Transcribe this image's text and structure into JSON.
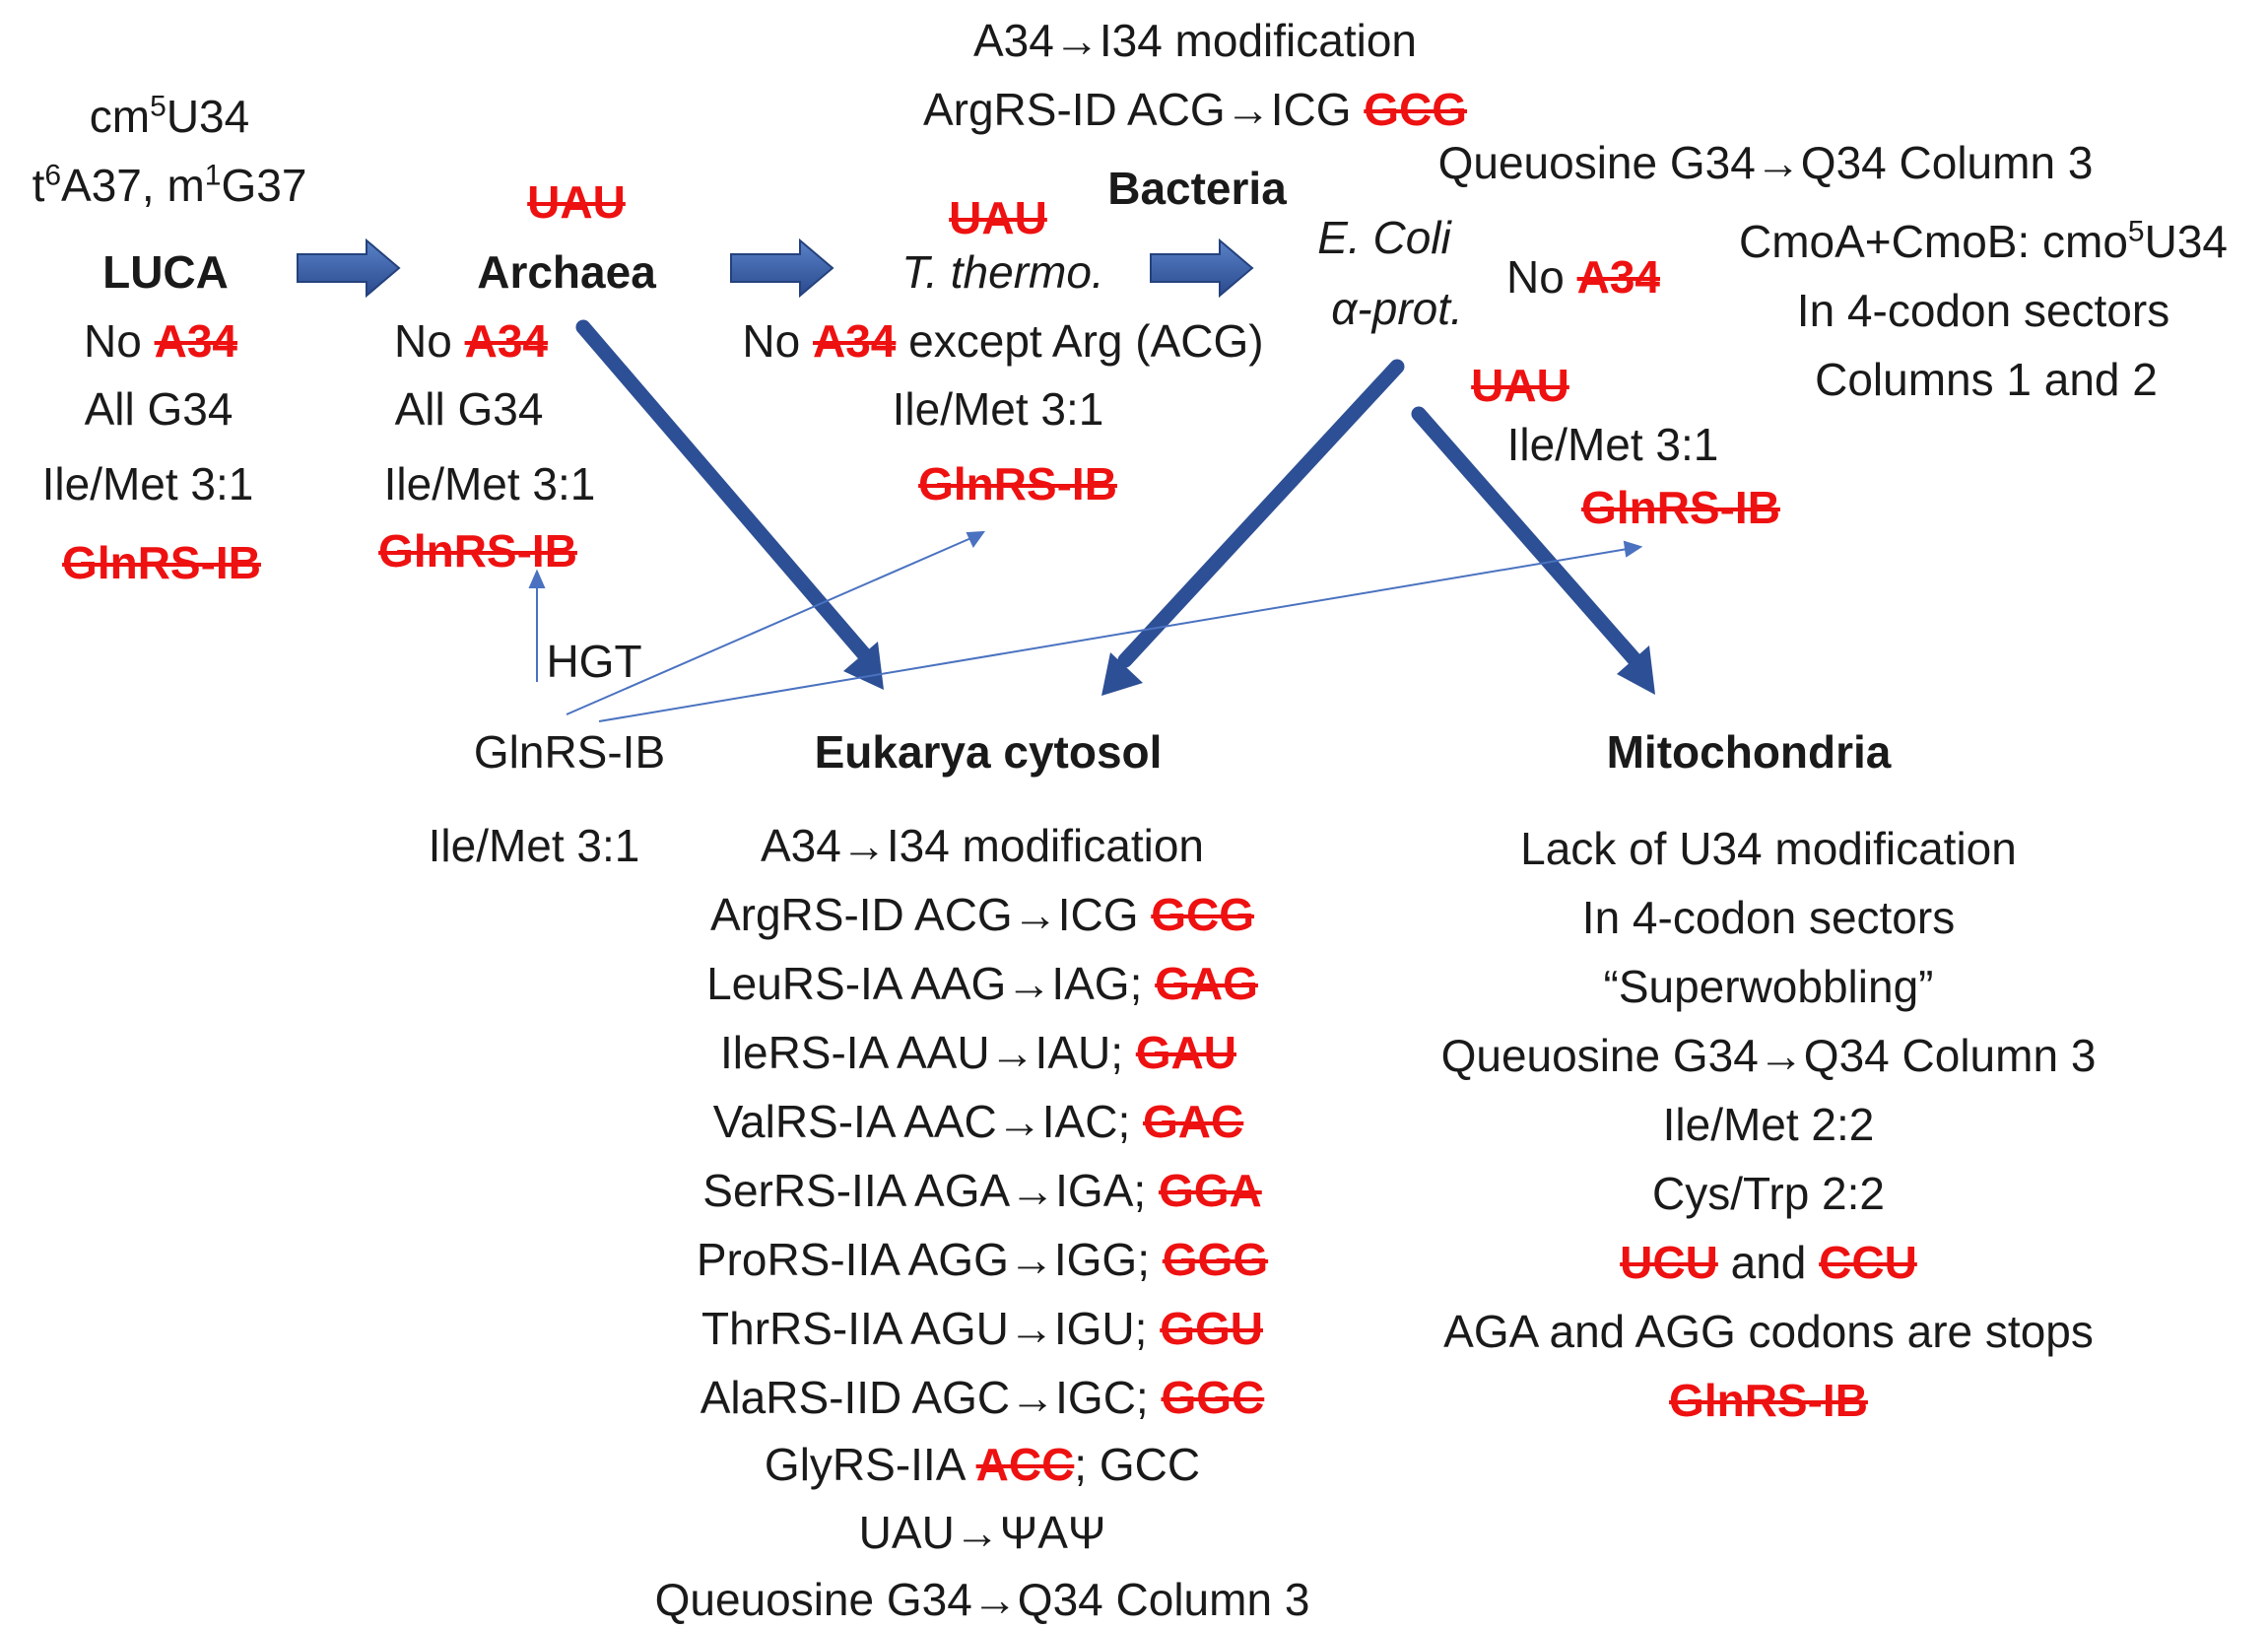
{
  "arrow_color": "#3a5fa8",
  "strike_color": "#ee1111",
  "luca": {
    "pre1_a": "cm",
    "pre1_sup": "5",
    "pre1_b": "U34",
    "pre2_a": "t",
    "pre2_sup": "6",
    "pre2_b": "A37, m",
    "pre2_sup2": "1",
    "pre2_c": "G37",
    "title": "LUCA",
    "no_prefix": "No ",
    "no_struck": "A34",
    "line2": "All G34",
    "line3": "Ile/Met 3:1",
    "struck4": "GlnRS-IB"
  },
  "archaea": {
    "struck_top": "UAU",
    "title": "Archaea",
    "no_prefix": "No ",
    "no_struck": "A34",
    "line2": "All G34",
    "line3": "Ile/Met 3:1",
    "struck4": "GlnRS-IB",
    "hgt": "HGT",
    "glnrs": "GlnRS-IB",
    "ilemet": "Ile/Met 3:1"
  },
  "thermo": {
    "top1": "A34→I34 modification",
    "top2": "ArgRS-ID ACG→ICG ",
    "top2_struck": "GCG",
    "struck_top": "UAU",
    "title": "T. thermo.",
    "no_prefix": "No ",
    "no_struck": "A34",
    "no_suffix": " except Arg (ACG)",
    "line3": "Ile/Met 3:1",
    "struck4": "GlnRS-IB"
  },
  "bacteria": {
    "title": "Bacteria"
  },
  "ecoli": {
    "line1": "E. Coli",
    "line2": "α-prot.",
    "queuosine": "Queuosine G34→Q34 Column 3",
    "no_prefix": "No ",
    "no_struck": "A34",
    "cmo_a": "CmoA+CmoB: cmo",
    "cmo_sup": "5",
    "cmo_b": "U34",
    "sectors": "In 4-codon sectors",
    "columns": "Columns 1 and 2",
    "struck_uau": "UAU",
    "ilemet": "Ile/Met 3:1",
    "struck_glnrs": "GlnRS-IB"
  },
  "eukarya": {
    "title": "Eukarya cytosol",
    "l1": "A34→I34 modification",
    "l2": "ArgRS-ID ACG→ICG ",
    "l2s": "GCG",
    "l3": "LeuRS-IA AAG→IAG; ",
    "l3s": "GAG",
    "l4": "IleRS-IA AAU→IAU; ",
    "l4s": "GAU",
    "l5": "ValRS-IA AAC→IAC; ",
    "l5s": "GAC",
    "l6": "SerRS-IIA AGA→IGA; ",
    "l6s": "GGA",
    "l7": "ProRS-IIA AGG→IGG; ",
    "l7s": "GGG",
    "l8": "ThrRS-IIA AGU→IGU; ",
    "l8s": "GGU",
    "l9": "AlaRS-IID AGC→IGC; ",
    "l9s": "GGC",
    "l10a": "GlyRS-IIA ",
    "l10s": "ACC",
    "l10b": "; GCC",
    "l11": "UAU→ΨAΨ",
    "l12": "Queuosine G34→Q34 Column 3"
  },
  "mito": {
    "title": "Mitochondria",
    "l1": "Lack of U34 modification",
    "l2": "In 4-codon sectors",
    "l3": "“Superwobbling”",
    "l4": "Queuosine G34→Q34 Column 3",
    "l5": "Ile/Met 2:2",
    "l6": "Cys/Trp 2:2",
    "l7s1": "UCU",
    "l7and": " and ",
    "l7s2": "CCU",
    "l8": "AGA and AGG codons are stops",
    "l9s": "GlnRS-IB"
  }
}
